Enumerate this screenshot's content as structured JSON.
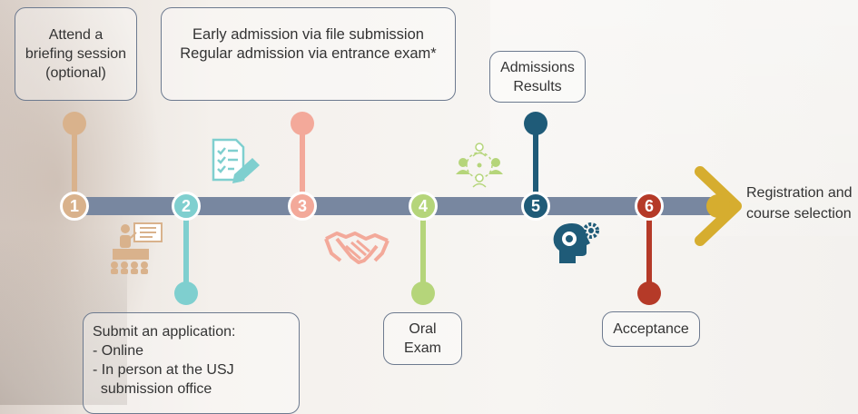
{
  "steps": [
    {
      "number": "1",
      "label": [
        "Attend a",
        "briefing session",
        "(optional)"
      ],
      "color": "#d9b28c"
    },
    {
      "number": "2",
      "label": [
        "Submit an application:",
        "- Online",
        "- In person at the USJ",
        "  submission office"
      ],
      "color": "#7fcfcf"
    },
    {
      "number": "3",
      "label": [
        "Early admission via file submission",
        "Regular admission via entrance exam*"
      ],
      "color": "#f3a99a"
    },
    {
      "number": "4",
      "label": [
        "Oral",
        "Exam"
      ],
      "color": "#b5d57a"
    },
    {
      "number": "5",
      "label": [
        "Admissions",
        "Results"
      ],
      "color": "#1f5b78"
    },
    {
      "number": "6",
      "label": [
        "Acceptance"
      ],
      "color": "#b53a28"
    }
  ],
  "final": {
    "label": [
      "Registration and",
      "course selection"
    ],
    "color": "#d6ad2f"
  },
  "colors": {
    "timeline": "#7887a0",
    "box_border": "#6d7a8f"
  },
  "icons": [
    "presentation-icon",
    "checklist-icon",
    "handshake-icon",
    "network-people-icon",
    "gear-head-icon",
    "arrow-chevron-icon"
  ]
}
